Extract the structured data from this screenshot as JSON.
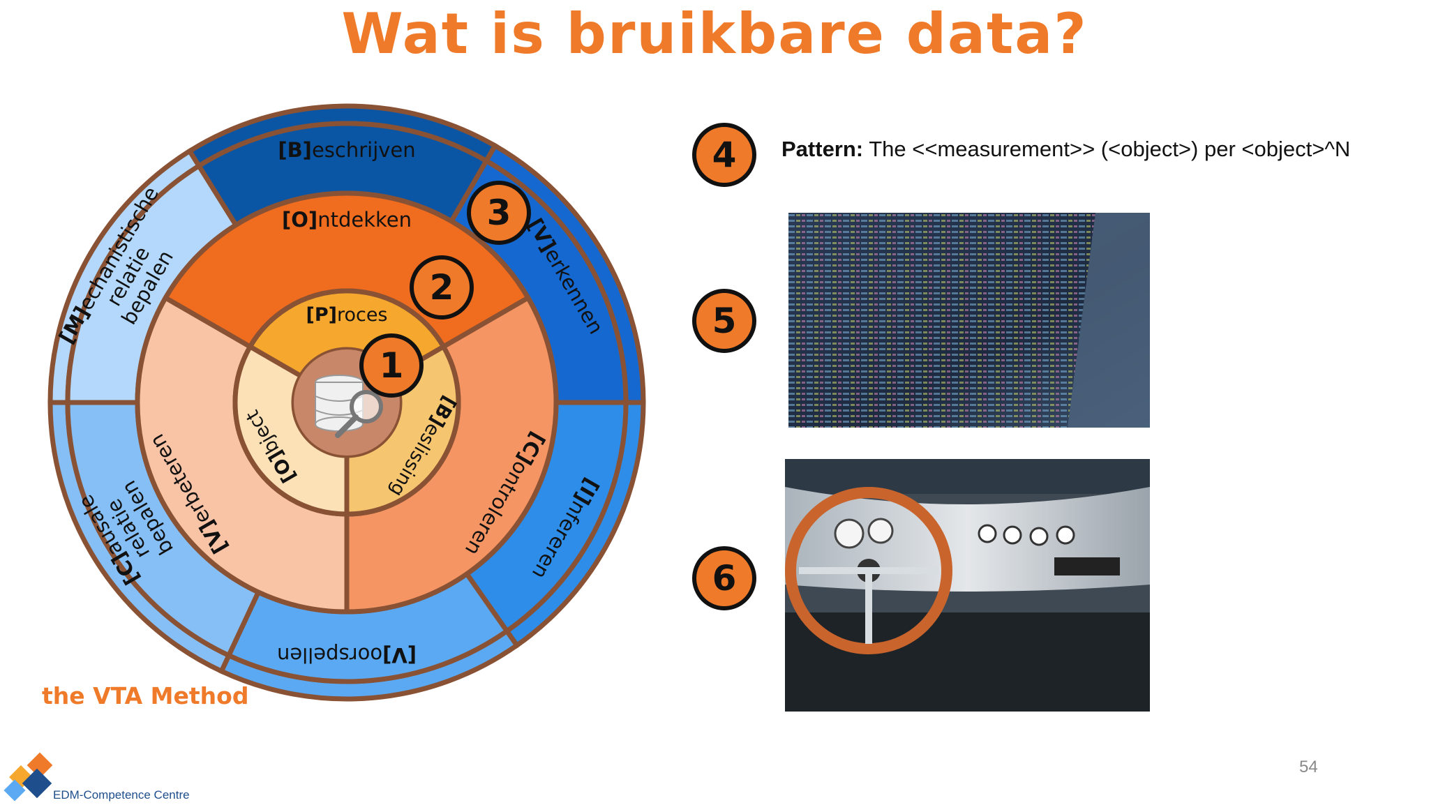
{
  "slide": {
    "title": "Wat is bruikbare data?",
    "page_number": "54",
    "method_label": "the VTA Method",
    "brand": "EDM-Competence Centre"
  },
  "wheel": {
    "outer": [
      {
        "label": "eschrijven",
        "bracket": "[B]",
        "color": "#0b56a4"
      },
      {
        "label": "erkennen",
        "bracket": "[V]",
        "color": "#1468cf"
      },
      {
        "label": "nfereren",
        "bracket": "[I]",
        "color": "#2d8de8"
      },
      {
        "label": "oorspellen",
        "bracket": "[V]",
        "color": "#5aa9f2"
      },
      {
        "label": "ausale relatie bepalen",
        "bracket": "[C]",
        "color": "#86bff5"
      },
      {
        "label": "echanistische relatie bepalen",
        "bracket": "[M]",
        "color": "#b3d8fb"
      }
    ],
    "middle": [
      {
        "label": "ntdekken",
        "bracket": "[O]",
        "color": "#f06c1e"
      },
      {
        "label": "ontroleren",
        "bracket": "[C]",
        "color": "#f59563"
      },
      {
        "label": "erbeteren",
        "bracket": "[V]",
        "color": "#f9c3a6"
      }
    ],
    "inner": [
      {
        "label": "roces",
        "bracket": "[P]",
        "color": "#f5a82d"
      },
      {
        "label": "eslissing",
        "bracket": "[B]",
        "color": "#f6c56f"
      },
      {
        "label": "bject",
        "bracket": "[O]",
        "color": "#fbe1b5"
      }
    ],
    "center_icon": "database-search-icon"
  },
  "badges": [
    "1",
    "2",
    "3",
    "4",
    "5",
    "6"
  ],
  "pattern": {
    "label": "Pattern:",
    "text": "The <<measurement>> (<object>) per <object>^N"
  },
  "images": [
    {
      "name": "code-screen-photo",
      "icon": "code-screen-image"
    },
    {
      "name": "car-dashboard-photo",
      "icon": "car-dashboard-image"
    }
  ],
  "colors": {
    "accent": "#ef7a2a",
    "ring_border": "#8a5234",
    "badge_border": "#111111"
  }
}
